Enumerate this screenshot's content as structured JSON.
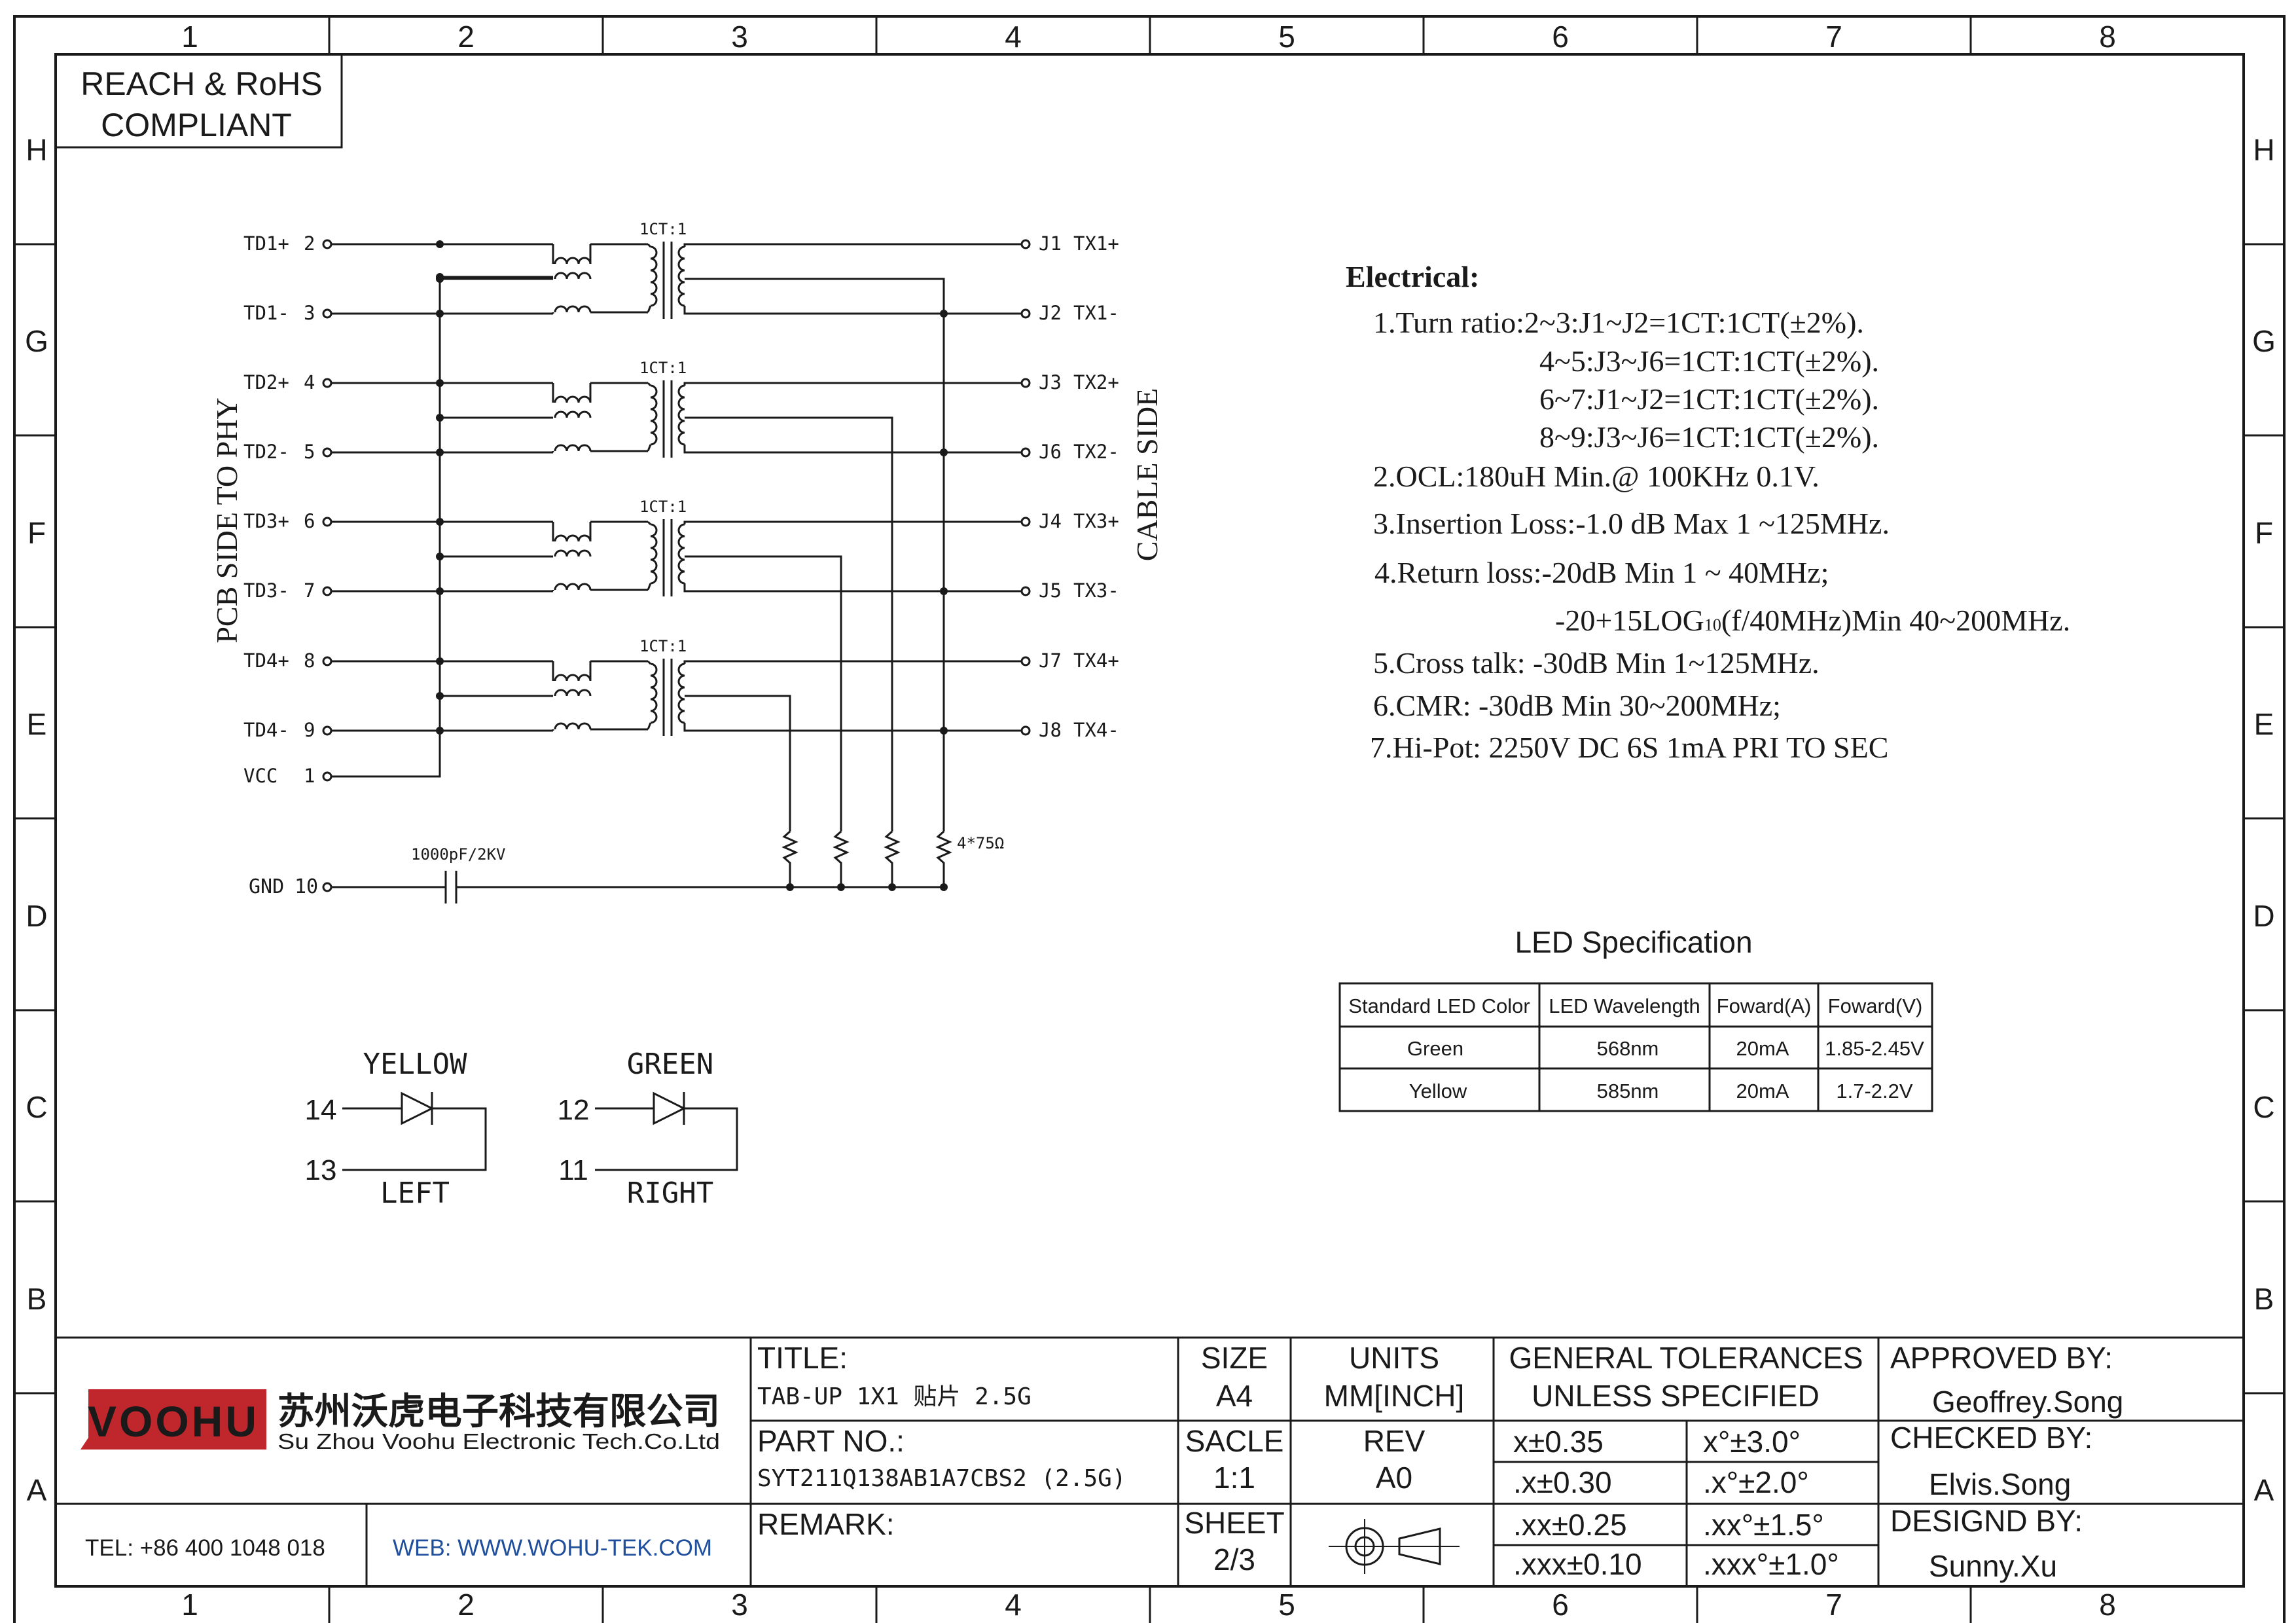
{
  "border": {
    "columns": [
      "1",
      "2",
      "3",
      "4",
      "5",
      "6",
      "7",
      "8"
    ],
    "rows": [
      "H",
      "G",
      "F",
      "E",
      "D",
      "C",
      "B",
      "A"
    ]
  },
  "compliance": {
    "line1": "REACH & RoHS",
    "line2": "COMPLIANT"
  },
  "schematic": {
    "pcb_side_label": "PCB SIDE TO PHY",
    "cable_side_label": "CABLE SIDE",
    "ratio_label": "1CT:1",
    "left_pins": [
      {
        "name": "TD1+",
        "num": "2"
      },
      {
        "name": "TD1-",
        "num": "3"
      },
      {
        "name": "TD2+",
        "num": "4"
      },
      {
        "name": "TD2-",
        "num": "5"
      },
      {
        "name": "TD3+",
        "num": "6"
      },
      {
        "name": "TD3-",
        "num": "7"
      },
      {
        "name": "TD4+",
        "num": "8"
      },
      {
        "name": "TD4-",
        "num": "9"
      },
      {
        "name": "VCC",
        "num": "1"
      }
    ],
    "right_pins": [
      {
        "num": "J1",
        "name": "TX1+"
      },
      {
        "num": "J2",
        "name": "TX1-"
      },
      {
        "num": "J3",
        "name": "TX2+"
      },
      {
        "num": "J6",
        "name": "TX2-"
      },
      {
        "num": "J4",
        "name": "TX3+"
      },
      {
        "num": "J5",
        "name": "TX3-"
      },
      {
        "num": "J7",
        "name": "TX4+"
      },
      {
        "num": "J8",
        "name": "TX4-"
      }
    ],
    "gnd": {
      "name": "GND",
      "num": "10"
    },
    "capacitor_label": "1000pF/2KV",
    "resistor_label": "4*75Ω"
  },
  "leds": {
    "left": {
      "color": "YELLOW",
      "pin_a": "14",
      "pin_b": "13",
      "side": "LEFT"
    },
    "right": {
      "color": "GREEN",
      "pin_a": "12",
      "pin_b": "11",
      "side": "RIGHT"
    }
  },
  "electrical": {
    "title": "Electrical:",
    "lines": [
      "1.Turn ratio:2~3:J1~J2=1CT:1CT(±2%).",
      "4~5:J3~J6=1CT:1CT(±2%).",
      "6~7:J1~J2=1CT:1CT(±2%).",
      "8~9:J3~J6=1CT:1CT(±2%).",
      "2.OCL:180uH Min.@ 100KHz 0.1V.",
      "3.Insertion Loss:-1.0 dB Max 1 ~125MHz.",
      "4.Return loss:-20dB Min 1 ~ 40MHz;",
      "5.Cross talk:  -30dB Min  1~125MHz.",
      "6.CMR: -30dB Min 30~200MHz;",
      "7.Hi-Pot: 2250V DC 6S 1mA PRI TO SEC"
    ],
    "return_loss_2a": "-20+15LOG",
    "return_loss_sub": "10",
    "return_loss_2b": "(f/40MHz)Min 40~200MHz."
  },
  "led_spec": {
    "title": "LED Specification",
    "headers": [
      "Standard LED Color",
      "LED Wavelength",
      "Foward(A)",
      "Foward(V)"
    ],
    "rows": [
      [
        "Green",
        "568nm",
        "20mA",
        "1.85-2.45V"
      ],
      [
        "Yellow",
        "585nm",
        "20mA",
        "1.7-2.2V"
      ]
    ]
  },
  "title_block": {
    "logo": "VOOHU",
    "company_cn": "苏州沃虎电子科技有限公司",
    "company_en": "Su Zhou Voohu Electronic Tech.Co.Ltd",
    "tel": "TEL: +86 400 1048 018",
    "web": "WEB: WWW.WOHU-TEK.COM",
    "title_label": "TITLE:",
    "title_value": "TAB-UP 1X1 贴片 2.5G",
    "part_label": "PART NO.:",
    "part_value": "SYT211Q138AB1A7CBS2 (2.5G)",
    "remark_label": "REMARK:",
    "size_label": "SIZE",
    "size_value": "A4",
    "units_label": "UNITS",
    "units_value": "MM[INCH]",
    "scale_label": "SACLE",
    "scale_value": "1:1",
    "rev_label": "REV",
    "rev_value": "A0",
    "sheet_label": "SHEET",
    "sheet_value": "2/3",
    "tol_title1": "GENERAL TOLERANCES",
    "tol_title2": "UNLESS SPECIFIED",
    "tolerances": [
      [
        "x±0.35",
        "x°±3.0°"
      ],
      [
        ".x±0.30",
        ".x°±2.0°"
      ],
      [
        ".xx±0.25",
        ".xx°±1.5°"
      ],
      [
        ".xxx±0.10",
        ".xxx°±1.0°"
      ]
    ],
    "approved_label": "APPROVED BY:",
    "approved_value": "Geoffrey.Song",
    "checked_label": "CHECKED BY:",
    "checked_value": "Elvis.Song",
    "designed_label": "DESIGND BY:",
    "designed_value": "Sunny.Xu",
    "brand_color": "#c0272d",
    "web_color": "#1f4e9c"
  }
}
